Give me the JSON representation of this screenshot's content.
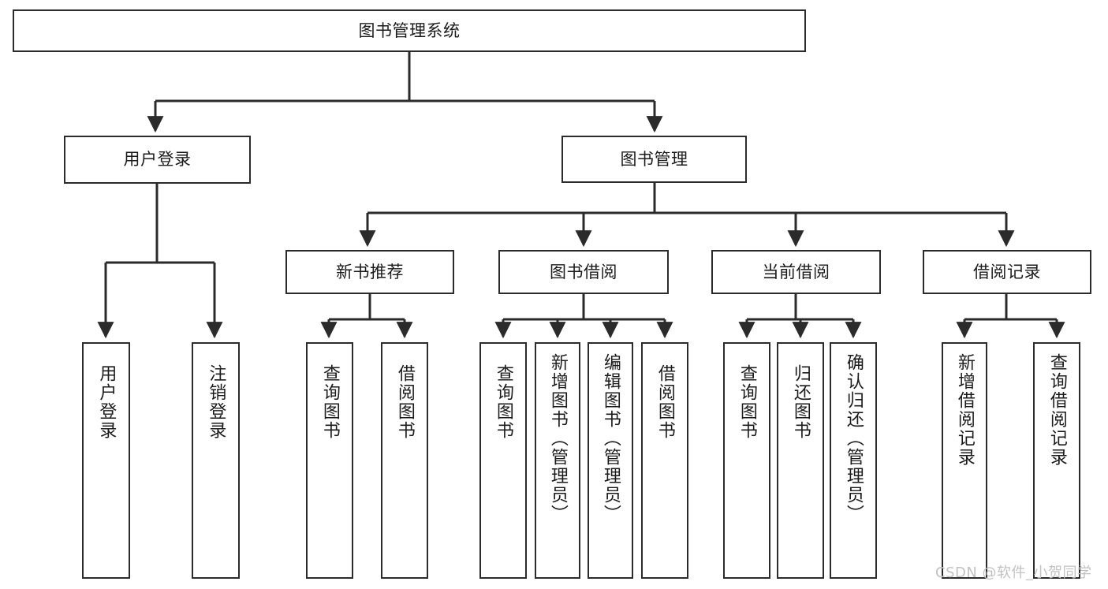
{
  "diagram": {
    "title": "图书管理系统",
    "type": "tree",
    "watermark": "CSDN @软件_小贺同学",
    "colors": {
      "stroke": "#2b2b2b",
      "fill": "#ffffff",
      "text": "#1b1b1b",
      "watermark": "#c2c2c2"
    },
    "levels": [
      {
        "level": 0,
        "nodes": [
          {
            "id": "root",
            "label": "图书管理系统"
          }
        ]
      },
      {
        "level": 1,
        "nodes": [
          {
            "id": "login",
            "label": "用户登录"
          },
          {
            "id": "bookmgmt",
            "label": "图书管理"
          }
        ]
      },
      {
        "level": 2,
        "nodes": [
          {
            "id": "newbook",
            "label": "新书推荐"
          },
          {
            "id": "borrow",
            "label": "图书借阅"
          },
          {
            "id": "current",
            "label": "当前借阅"
          },
          {
            "id": "record",
            "label": "借阅记录"
          }
        ]
      },
      {
        "level": 3,
        "nodes": [
          {
            "id": "leaf1",
            "label": "用户登录",
            "parent": "login"
          },
          {
            "id": "leaf2",
            "label": "注销登录",
            "parent": "login"
          },
          {
            "id": "leaf3",
            "label": "查询图书",
            "parent": "newbook"
          },
          {
            "id": "leaf4",
            "label": "借阅图书",
            "parent": "newbook"
          },
          {
            "id": "leaf5",
            "label": "查询图书",
            "parent": "borrow"
          },
          {
            "id": "leaf6",
            "label": "新增图书（管理员）",
            "parent": "borrow"
          },
          {
            "id": "leaf7",
            "label": "编辑图书（管理员）",
            "parent": "borrow"
          },
          {
            "id": "leaf8",
            "label": "借阅图书",
            "parent": "borrow"
          },
          {
            "id": "leaf9",
            "label": "查询图书",
            "parent": "current"
          },
          {
            "id": "leaf10",
            "label": "归还图书",
            "parent": "current"
          },
          {
            "id": "leaf11",
            "label": "确认归还（管理员）",
            "parent": "current"
          },
          {
            "id": "leaf12",
            "label": "新增借阅记录",
            "parent": "record"
          },
          {
            "id": "leaf13",
            "label": "查询借阅记录",
            "parent": "record"
          }
        ]
      }
    ],
    "edges": [
      {
        "from": "root",
        "to": "login"
      },
      {
        "from": "root",
        "to": "bookmgmt"
      },
      {
        "from": "bookmgmt",
        "to": "newbook"
      },
      {
        "from": "bookmgmt",
        "to": "borrow"
      },
      {
        "from": "bookmgmt",
        "to": "current"
      },
      {
        "from": "bookmgmt",
        "to": "record"
      },
      {
        "from": "login",
        "to": "leaf1"
      },
      {
        "from": "login",
        "to": "leaf2"
      },
      {
        "from": "newbook",
        "to": "leaf3"
      },
      {
        "from": "newbook",
        "to": "leaf4"
      },
      {
        "from": "borrow",
        "to": "leaf5"
      },
      {
        "from": "borrow",
        "to": "leaf6"
      },
      {
        "from": "borrow",
        "to": "leaf7"
      },
      {
        "from": "borrow",
        "to": "leaf8"
      },
      {
        "from": "current",
        "to": "leaf9"
      },
      {
        "from": "current",
        "to": "leaf10"
      },
      {
        "from": "current",
        "to": "leaf11"
      },
      {
        "from": "record",
        "to": "leaf12"
      },
      {
        "from": "record",
        "to": "leaf13"
      }
    ]
  }
}
